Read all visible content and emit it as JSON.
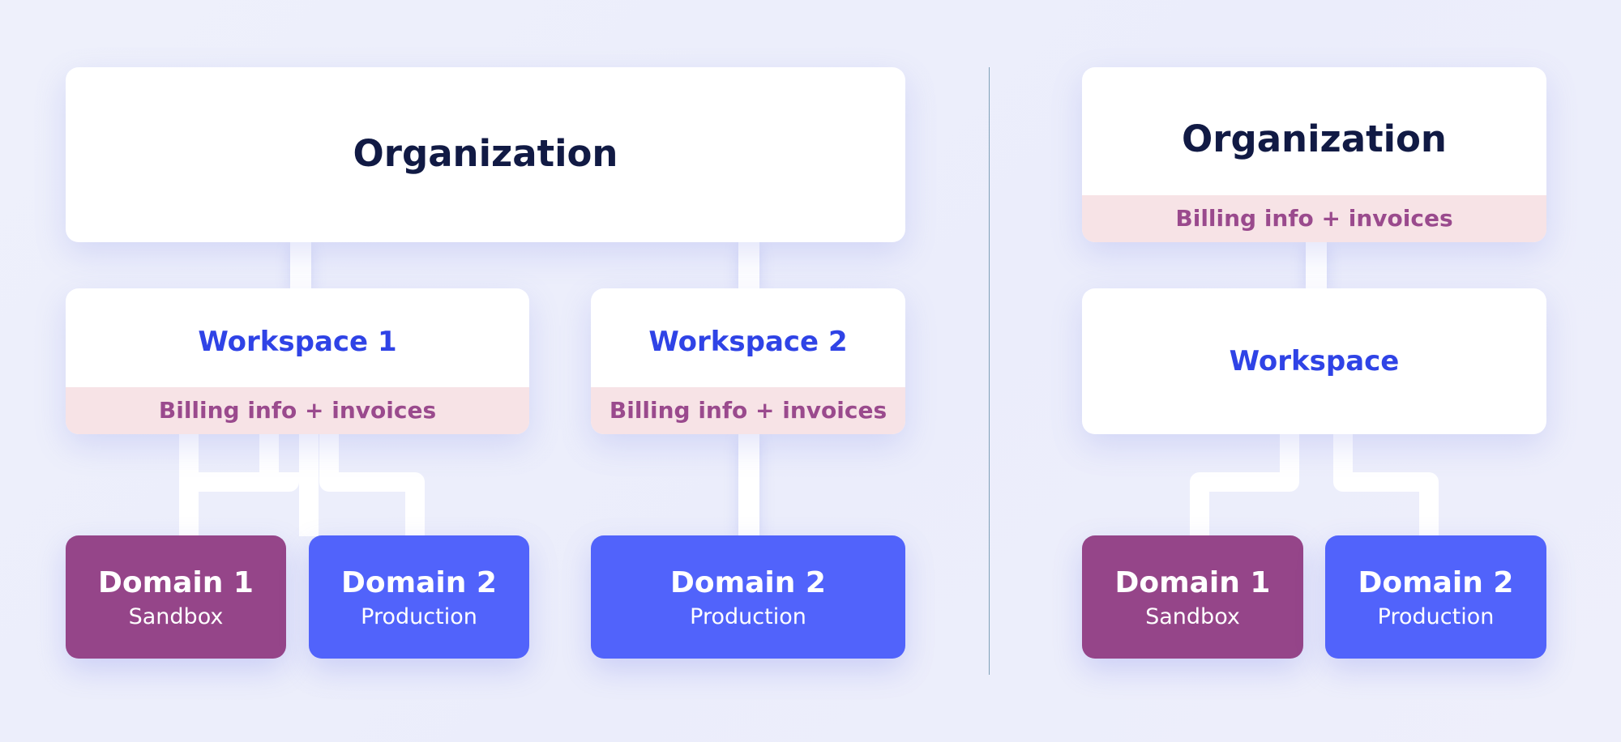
{
  "left": {
    "organization": {
      "title": "Organization"
    },
    "workspaces": [
      {
        "title": "Workspace 1",
        "billing": "Billing info + invoices"
      },
      {
        "title": "Workspace 2",
        "billing": "Billing info + invoices"
      }
    ],
    "domains": [
      {
        "name": "Domain 1",
        "env": "Sandbox"
      },
      {
        "name": "Domain 2",
        "env": "Production"
      },
      {
        "name": "Domain 2",
        "env": "Production"
      }
    ]
  },
  "right": {
    "organization": {
      "title": "Organization",
      "billing": "Billing info + invoices"
    },
    "workspace": {
      "title": "Workspace"
    },
    "domains": [
      {
        "name": "Domain 1",
        "env": "Sandbox"
      },
      {
        "name": "Domain 2",
        "env": "Production"
      }
    ]
  },
  "colors": {
    "background": "#eceefb",
    "card": "#ffffff",
    "org_title": "#111a44",
    "workspace_title": "#2f43e6",
    "billing_bg": "#f7e3e6",
    "billing_text": "#9a4a8d",
    "sandbox": "#954589",
    "production": "#5163fb",
    "divider": "#7fa0b8"
  }
}
